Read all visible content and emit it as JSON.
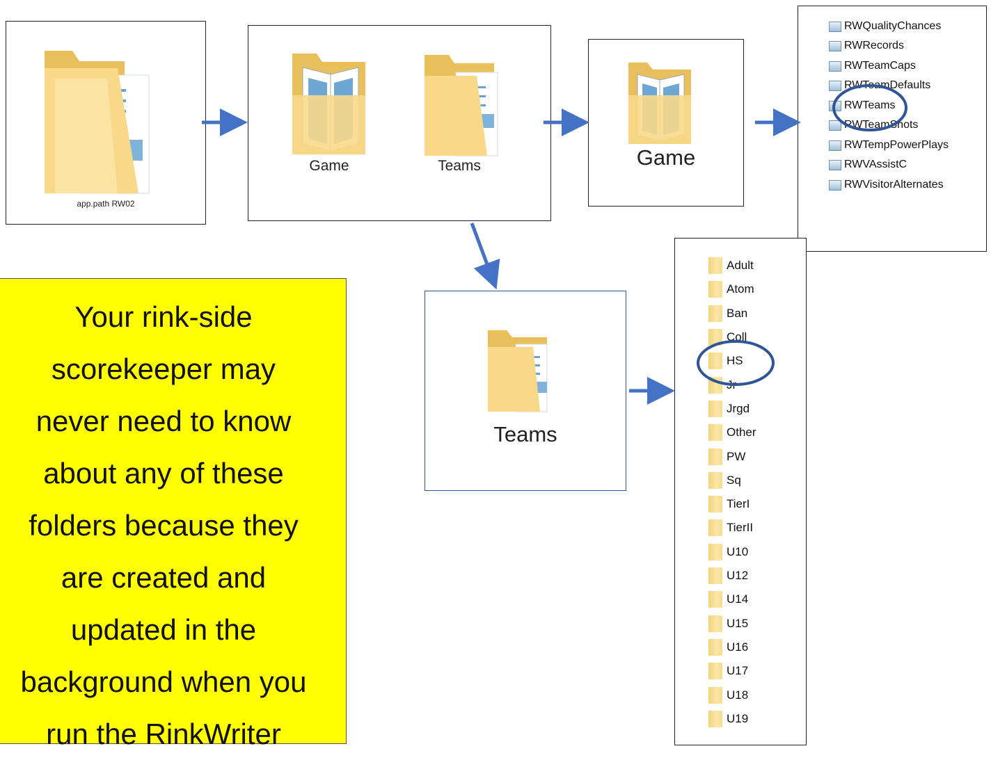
{
  "panels": {
    "root": {
      "label": "app.path RW02"
    },
    "sub": {
      "items": [
        "Game",
        "Teams"
      ]
    },
    "game": {
      "label": "Game"
    },
    "teams": {
      "label": "Teams"
    }
  },
  "game_files": {
    "items": [
      "RWQualityChances",
      "RWRecords",
      "RWTeamCaps",
      "RWTeamDefaults",
      "RWTeams",
      "RWTeamShots",
      "RWTempPowerPlays",
      "RWVAssistC",
      "RWVisitorAlternates"
    ],
    "highlighted": "RWTeams"
  },
  "team_folders": {
    "items": [
      "Adult",
      "Atom",
      "Ban",
      "Coll",
      "HS",
      "Jr",
      "Jrgd",
      "Other",
      "PW",
      "Sq",
      "TierI",
      "TierII",
      "U10",
      "U12",
      "U14",
      "U15",
      "U16",
      "U17",
      "U18",
      "U19"
    ],
    "highlighted": "HS"
  },
  "note": {
    "text": "Your rink-side\nscorekeeper may\nnever need to know\nabout any of these\nfolders because they\nare created and\nupdated in the\nbackground when you\nrun the RinkWriter"
  },
  "colors": {
    "arrow": "#4472c4",
    "highlight_ring": "#2f5597",
    "note_bg": "#ffff00",
    "folder": "#f6d47a"
  }
}
